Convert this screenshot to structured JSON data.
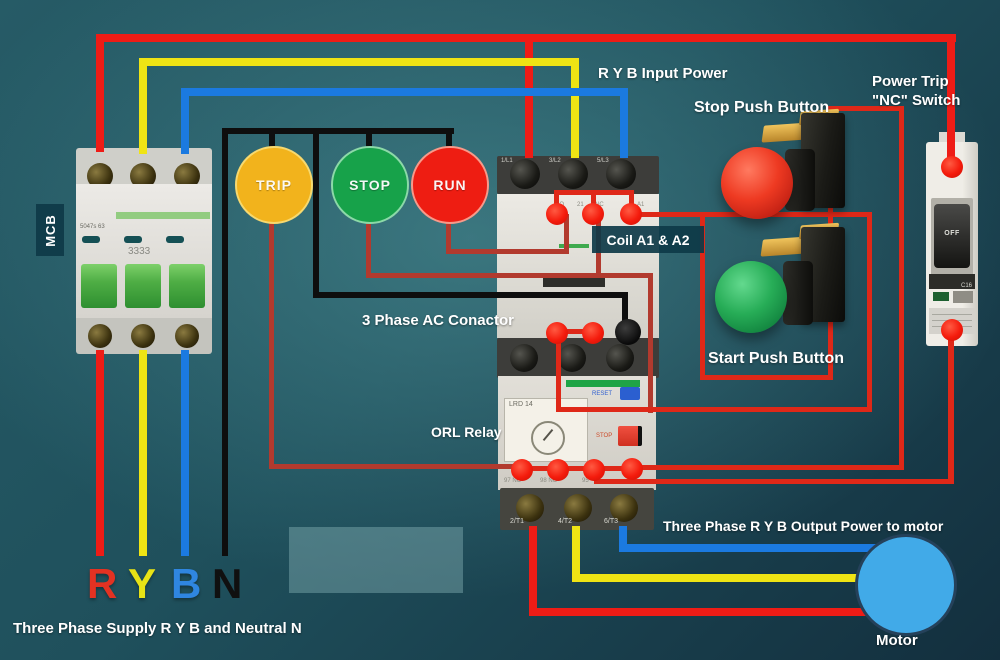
{
  "notes": {
    "input": "R Y B Input Power",
    "output": "Three Phase R Y B Output Power to motor",
    "supply": "Three Phase Supply R Y B and Neutral N"
  },
  "buttons": {
    "stop": "Stop Push Button",
    "start": "Start Push Button"
  },
  "nc_switch": {
    "label_line1": "Power Trip",
    "label_line2": "\"NC\" Switch",
    "toggle": "OFF",
    "rating": "C16"
  },
  "mcb": {
    "badge": "MCB",
    "model": "5047s 63",
    "digits": "3333",
    "phase_letters": [
      "R",
      "Y",
      "B",
      "N"
    ]
  },
  "lights": [
    {
      "label": "TRIP"
    },
    {
      "label": "STOP"
    },
    {
      "label": "RUN"
    }
  ],
  "contactor": {
    "label": "3 Phase AC Conactor",
    "coil_label": "Coil A1 & A2",
    "top_terminals": [
      "1/L1",
      "3/L2",
      "5/L3"
    ],
    "aux_top": [
      "NO",
      "21",
      "NC",
      "A1"
    ],
    "aux_bottom": [
      "14",
      "NO",
      "22",
      "NC",
      "A2"
    ],
    "bottom_terminals": [
      "2/T1",
      "4/T2",
      "6/T3"
    ]
  },
  "orl": {
    "label": "ORL Relay",
    "model": "LRD 14",
    "reset_label": "RESET",
    "stop_label": "STOP",
    "terminals": [
      "97 NO",
      "98 NO",
      "95"
    ],
    "bottom_terminals": [
      "2/T1",
      "4/T2",
      "6/T3"
    ]
  },
  "motor": {
    "label": "Motor"
  },
  "colors": {
    "phase_red": "#ee1c16",
    "phase_yellow": "#efe414",
    "phase_blue": "#1b7ae0",
    "neutral": "#0e0e0e",
    "control_red": "#df2818",
    "light_wire_red": "#b23a2e",
    "dot_red": "#f41b0c",
    "trip_yellow": "#f2b31c",
    "stop_green": "#17a24a",
    "run_red": "#ee1d12",
    "motor_blue": "#41aae8",
    "badge_teal": "#12404e"
  }
}
